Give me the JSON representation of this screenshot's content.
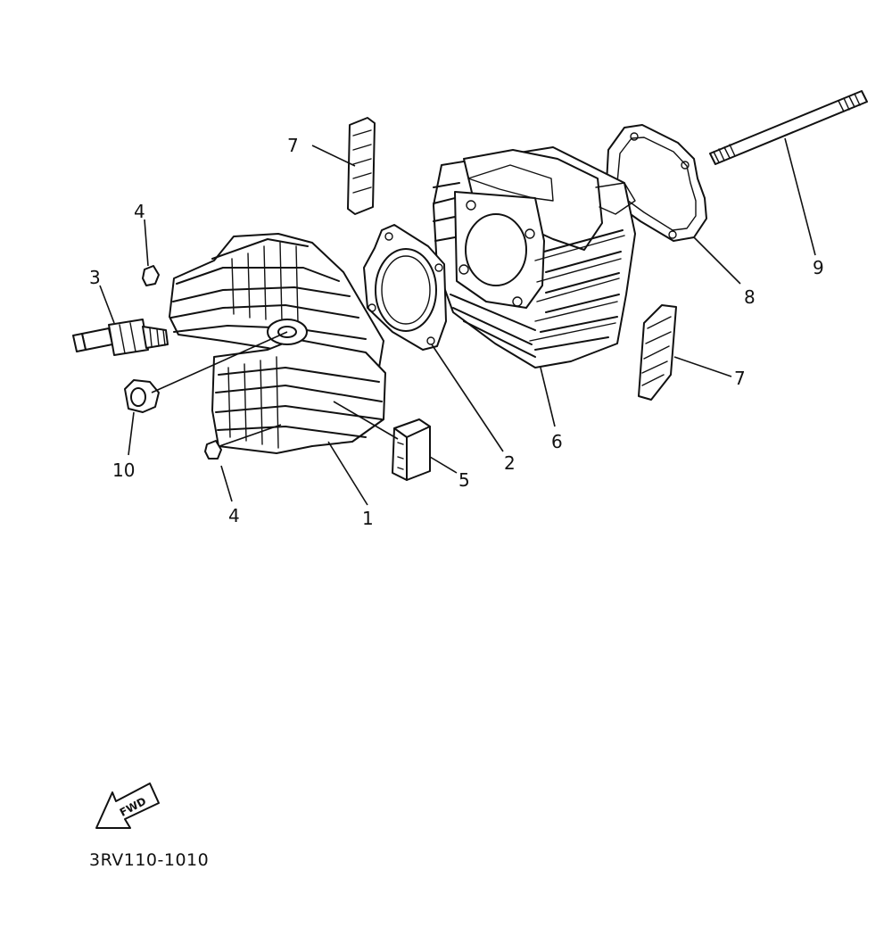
{
  "diagram": {
    "part_code": "3RV110-1010",
    "direction_arrow_label": "FWD",
    "callouts": {
      "c1": "1",
      "c2": "2",
      "c3": "3",
      "c4_top": "4",
      "c4_bottom": "4",
      "c5": "5",
      "c6": "6",
      "c7_top": "7",
      "c7_right": "7",
      "c8": "8",
      "c9": "9",
      "c10": "10"
    }
  }
}
